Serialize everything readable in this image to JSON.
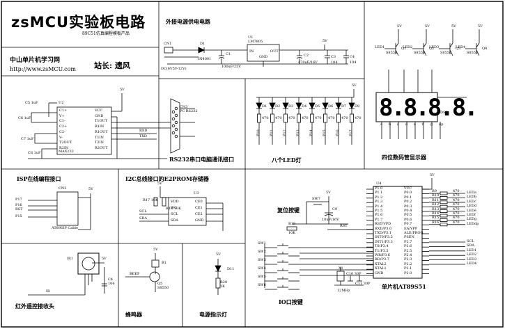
{
  "header": {
    "title": "zsMCU实验板电路",
    "subtitle": "89C51仿真编程模板产品",
    "org": "中山单片机学习网",
    "url": "http://www.zsMCU.com",
    "stationmaster": "站长: 遗风"
  },
  "power": {
    "title": "外接电源供电电路",
    "jack": "CN1",
    "input_label": "DC(6V5V-12V)",
    "diode": "D1",
    "diode_part": "1N4001",
    "cap1": "C1",
    "cap1_value": "100uF/25V",
    "reg": "U1",
    "reg_part": "LM7805",
    "pin_in": "IN",
    "pin_gnd": "GND",
    "pin_out": "OUT",
    "cap2": "C2",
    "cap2_value": "470uF/16V",
    "cap3": "C3",
    "cap3_value": "104",
    "cap4": "C4",
    "cap4_value": "104",
    "vcc": "5V"
  },
  "rs232": {
    "title": "RS232串口电脑通讯接口",
    "chip": "U2",
    "chip_part": "MAX232",
    "vcc": "5V",
    "caps": [
      "C5 1uF",
      "C6 1uF",
      "C7 1uF",
      "C8 1uF"
    ],
    "left_pins": [
      "C1+",
      "V+",
      "C1-",
      "C2+",
      "C2-",
      "V-",
      "T2OUT",
      "R2IN"
    ],
    "right_pins": [
      "VCC",
      "GND",
      "T1OUT",
      "R1IN",
      "R1OUT",
      "T1IN",
      "T2IN",
      "R2OUT"
    ],
    "connector": "CN3",
    "connector_part": "PC RS232",
    "signals": [
      "RXD",
      "TXD"
    ]
  },
  "display": {
    "title": "四位数码管显示器",
    "vcc_labels": [
      "5V",
      "5V",
      "5V",
      "5V"
    ],
    "transistors": [
      "Q1 S8550",
      "Q2 S8550",
      "Q3 S8550",
      "Q4 S8550"
    ],
    "base_labels": [
      "LED1",
      "LED2",
      "LED3",
      "LED4"
    ],
    "digits": "8.8.8.8.",
    "ref": "DS0",
    "segments": [
      "a",
      "b",
      "c",
      "d",
      "e",
      "f",
      "g",
      "dp"
    ]
  },
  "leds": {
    "title": "八个LED灯",
    "refs": [
      "D1",
      "D2",
      "D3",
      "D4",
      "D5",
      "D6",
      "D7",
      "D8"
    ],
    "resistors": [
      "R1 470",
      "R2 470",
      "R3 470",
      "R4 470",
      "R5 470",
      "R6 470",
      "R7 470",
      "R8 470"
    ],
    "ports": [
      "P10",
      "P11",
      "P12",
      "P13",
      "P14",
      "P15",
      "P16",
      "P17"
    ],
    "vcc": "5V"
  },
  "isp": {
    "title": "ISP在线编程接口",
    "connector": "CN2",
    "signals": [
      "P17",
      "P16",
      "RST",
      "P15"
    ],
    "cable": "AT89ISP Cable",
    "vcc": "5V"
  },
  "eeprom": {
    "title": "I2C总线接口的E2PROM存储器",
    "chip": "U3",
    "pins_left": [
      "VDD",
      "WC",
      "SCL",
      "SDA"
    ],
    "pins_right": [
      "CE0",
      "CE1",
      "CE2",
      "GND"
    ],
    "res": [
      "R17 10K",
      "R18 10K"
    ],
    "signals": [
      "SCL",
      "SDA"
    ],
    "vcc": "5V"
  },
  "mcu": {
    "chip": "U4",
    "part_label": "单片机AT89S51",
    "left_pins": [
      "P1.0",
      "P1.1",
      "P1.2",
      "P1.3",
      "P1.4",
      "P1.5",
      "P1.6",
      "P1.7",
      "RST/VPD",
      "RXD/P3.0",
      "TXD/P3.1",
      "INT0/P3.2",
      "INT1/P3.3",
      "T0/P3.4",
      "T1/P3.5",
      "WR/P3.6",
      "RD/P3.7",
      "XTAL2",
      "XTAL1",
      "GND"
    ],
    "right_pins": [
      "VCC",
      "P0.0",
      "P0.1",
      "P0.2",
      "P0.3",
      "P0.4",
      "P0.5",
      "P0.6",
      "P0.7",
      "EA/VPP",
      "ALE/PROG",
      "PSEN",
      "P2.7",
      "P2.6",
      "P2.5",
      "P2.4",
      "P2.3",
      "P2.2",
      "P2.1",
      "P2.0"
    ],
    "right_resistors": [
      "R9 470",
      "R10 470",
      "R11 470",
      "R12 470",
      "R13 470",
      "R14 470",
      "R15 470",
      "R16 470"
    ],
    "right_signals": [
      "LEDa",
      "LEDb",
      "LEDc",
      "LEDd",
      "LEDe",
      "LEDf",
      "LEDg",
      "LEDdp"
    ],
    "p2_signals": [
      "SCL",
      "SDA",
      "LED1",
      "LED2",
      "LED3",
      "LED4"
    ],
    "vcc": "5V"
  },
  "reset": {
    "title": "复位按键",
    "switch": "SW7",
    "cap": "C9",
    "cap_value": "10uF/16V",
    "res": "R19",
    "res_value": "10K",
    "signal": "RST",
    "vcc": "5V"
  },
  "io_keys": {
    "title": "IO口按键",
    "switches": [
      "SW1",
      "SW2",
      "SW3",
      "SW4",
      "SW5",
      "SW6"
    ],
    "crystal": "X1",
    "crystal_value": "12MHz",
    "caps": [
      "C10 30P",
      "C11 30P"
    ]
  },
  "ir": {
    "title": "红外遥控接收头",
    "ref": "IR1",
    "cap": "C4",
    "cap_value": "104",
    "signal": "IR",
    "vcc": "5V"
  },
  "buzzer": {
    "title": "蜂鸣器",
    "ref": "B1",
    "transistor": "Q5",
    "transistor_part": "S8550",
    "signal": "BEEP",
    "vcc": "5V"
  },
  "power_led": {
    "title": "电源指示灯",
    "led": "D11",
    "res": "R20",
    "res_value": "1K",
    "vcc": "5V"
  }
}
